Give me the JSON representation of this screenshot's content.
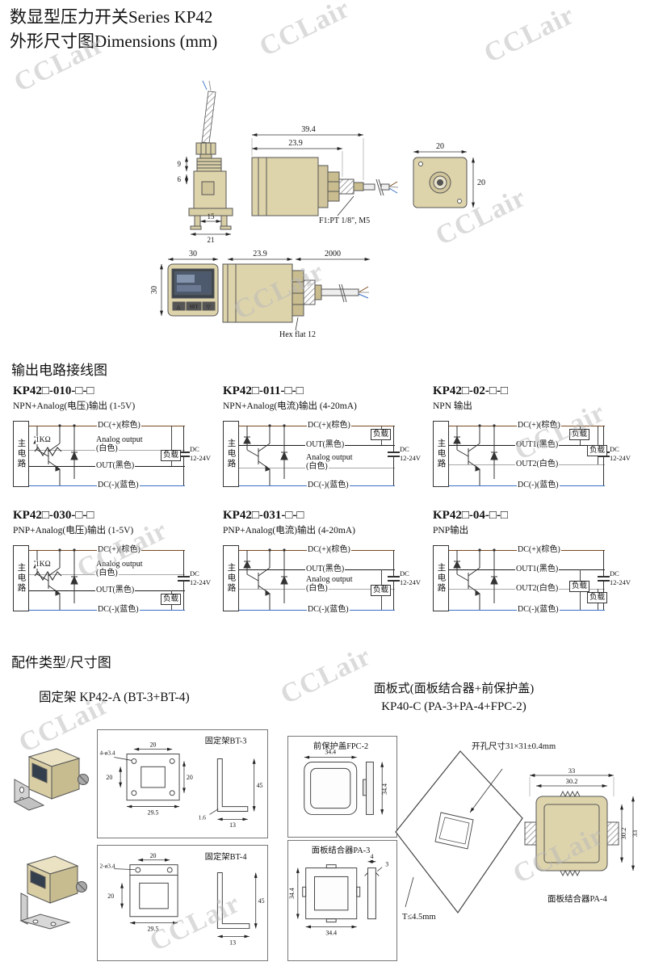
{
  "page": {
    "title_line1": "数显型压力开关Series KP42",
    "title_line2": "外形尺寸图Dimensions (mm)",
    "watermark": "CCLair"
  },
  "outline": {
    "dim_9": "9",
    "dim_6": "6",
    "dim_15": "15",
    "dim_21": "21",
    "dim_39_4": "39.4",
    "dim_23_9_top": "23.9",
    "note_f1": "F1:PT 1/8\", M5",
    "dim_20_w": "20",
    "dim_20_h": "20",
    "dim_30_w": "30",
    "dim_30_h": "30",
    "dim_23_9_bottom": "23.9",
    "dim_2000": "2000",
    "note_hex": "Hex flat 12",
    "btn_up": "△",
    "btn_set": "SET",
    "btn_down": "▽"
  },
  "circuits": {
    "heading": "输出电路接线图",
    "main_circuit": "主电路",
    "load": "负载",
    "supply_line1": "DC",
    "supply_line2": "12-24V",
    "items": [
      {
        "model": "KP42□-010-□-□",
        "subtitle": "NPN+Analog(电压)输出 (1-5V)",
        "resistor": "1KΩ",
        "rows": [
          "DC(+)(棕色)",
          "Analog output",
          "(白色)",
          "OUT(黑色)",
          "DC(-)(蓝色)"
        ]
      },
      {
        "model": "KP42□-011-□-□",
        "subtitle": "NPN+Analog(电流)输出 (4-20mA)",
        "rows": [
          "DC(+)(棕色)",
          "OUT(黑色)",
          "Analog output",
          "(白色)",
          "DC(-)(蓝色)"
        ]
      },
      {
        "model": "KP42□-02-□-□",
        "subtitle": "NPN 输出",
        "rows": [
          "DC(+)(棕色)",
          "OUT1(黑色)",
          "OUT2(白色)",
          "DC(-)(蓝色)"
        ]
      },
      {
        "model": "KP42□-030-□-□",
        "subtitle": "PNP+Analog(电压)输出 (1-5V)",
        "resistor": "1KΩ",
        "rows": [
          "DC(+)(棕色)",
          "Analog output",
          "(白色)",
          "OUT(黑色)",
          "DC(-)(蓝色)"
        ]
      },
      {
        "model": "KP42□-031-□-□",
        "subtitle": "PNP+Analog(电流)输出 (4-20mA)",
        "rows": [
          "DC(+)(棕色)",
          "OUT(黑色)",
          "Analog output",
          "(白色)",
          "DC(-)(蓝色)"
        ]
      },
      {
        "model": "KP42□-04-□-□",
        "subtitle": "PNP输出",
        "rows": [
          "DC(+)(棕色)",
          "OUT1(黑色)",
          "OUT2(白色)",
          "DC(-)(蓝色)"
        ]
      }
    ]
  },
  "accessories": {
    "heading": "配件类型/尺寸图",
    "left_title": "固定架 KP42-A (BT-3+BT-4)",
    "right_title_line1": "面板式(面板结合器+前保护盖)",
    "right_title_line2": "KP40-C (PA-3+PA-4+FPC-2)",
    "bt3": {
      "label": "固定架BT-3",
      "hole_note": "4-ø3.4",
      "dim_top": "20",
      "dim_right": "20",
      "dim_left": "20",
      "dim_bottom": "29.5",
      "dim_thk": "1.6",
      "dim_foot": "13",
      "dim_height": "45"
    },
    "bt4": {
      "label": "固定架BT-4",
      "hole_note": "2-ø3.4",
      "dim_top": "20",
      "dim_left": "20",
      "dim_bottom": "29.5",
      "dim_foot": "13",
      "dim_height": "45"
    },
    "fpc2": {
      "label": "前保护盖FPC-2",
      "dim_w": "34.4",
      "dim_h": "34.4"
    },
    "pa3": {
      "label": "面板结合器PA-3",
      "dim_w": "34.4",
      "dim_h": "34.4",
      "dim_t1": "4",
      "dim_t2": "3"
    },
    "panel": {
      "cutout_note": "开孔尺寸31×31±0.4mm",
      "thickness_note": "T≤4.5mm"
    },
    "pa4": {
      "label": "面板结合器PA-4",
      "dim_outer_w": "33",
      "dim_inner_w": "30.2",
      "dim_inner_h": "30.2",
      "dim_outer_h": "33"
    }
  }
}
